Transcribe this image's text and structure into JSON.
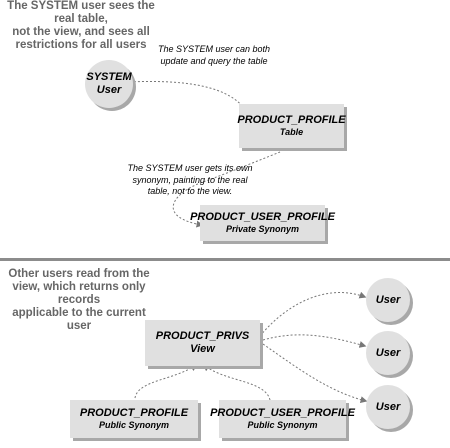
{
  "top_section": {
    "caption": [
      "The SYSTEM user sees the real table,",
      "not the view, and sees all",
      "restrictions for all users"
    ],
    "note_update": [
      "The SYSTEM user can both",
      "update and query the table"
    ],
    "note_synonym": [
      "The SYSTEM user gets its own",
      "synonym, painting to the real",
      "table, not to the view."
    ],
    "system_user": {
      "title": "SYSTEM",
      "subtitle": "User"
    },
    "product_profile_table": {
      "title": "PRODUCT_PROFILE",
      "subtitle": "Table"
    },
    "product_user_profile_private": {
      "title": "PRODUCT_USER_PROFILE",
      "subtitle": "Private Synonym"
    }
  },
  "bottom_section": {
    "caption": [
      "Other users read from the",
      "view, which returns only records",
      "applicable to the current user"
    ],
    "product_privs_view": {
      "title": "PRODUCT_PRIVS",
      "subtitle": "View"
    },
    "users": [
      {
        "label": "User"
      },
      {
        "label": "User"
      },
      {
        "label": "User"
      }
    ],
    "product_profile_public": {
      "title": "PRODUCT_PROFILE",
      "subtitle": "Public Synonym"
    },
    "product_user_profile_public": {
      "title": "PRODUCT_USER_PROFILE",
      "subtitle": "Public Synonym"
    }
  },
  "colors": {
    "box_fill": "#e0e0e0",
    "box_shadow": "#a8a8a8",
    "caption_text": "#666666",
    "connector": "#777777",
    "divider": "#8c8c8c"
  }
}
